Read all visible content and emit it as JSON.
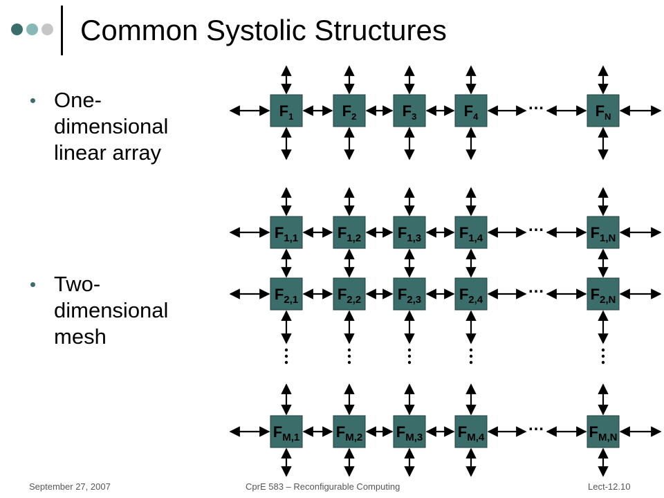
{
  "slide": {
    "title": "Common Systolic Structures",
    "bullets": [
      {
        "lines": [
          "One-",
          "dimensional",
          "linear array"
        ]
      },
      {
        "lines": [
          "Two-",
          "dimensional",
          "mesh"
        ]
      }
    ]
  },
  "diagram": {
    "linear_cells": [
      {
        "main": "F",
        "sub": "1"
      },
      {
        "main": "F",
        "sub": "2"
      },
      {
        "main": "F",
        "sub": "3"
      },
      {
        "main": "F",
        "sub": "4"
      },
      {
        "main": "F",
        "sub": "N"
      }
    ],
    "mesh_rows": [
      [
        {
          "main": "F",
          "sub": "1,1"
        },
        {
          "main": "F",
          "sub": "1,2"
        },
        {
          "main": "F",
          "sub": "1,3"
        },
        {
          "main": "F",
          "sub": "1,4"
        },
        {
          "main": "F",
          "sub": "1,N"
        }
      ],
      [
        {
          "main": "F",
          "sub": "2,1"
        },
        {
          "main": "F",
          "sub": "2,2"
        },
        {
          "main": "F",
          "sub": "2,3"
        },
        {
          "main": "F",
          "sub": "2,4"
        },
        {
          "main": "F",
          "sub": "2,N"
        }
      ],
      [
        {
          "main": "F",
          "sub": "M,1"
        },
        {
          "main": "F",
          "sub": "M,2"
        },
        {
          "main": "F",
          "sub": "M,3"
        },
        {
          "main": "F",
          "sub": "M,4"
        },
        {
          "main": "F",
          "sub": "M,N"
        }
      ]
    ],
    "ellipsis": "…",
    "colors": {
      "cell_fill": "#3b6e6b",
      "cell_stroke": "#1f3f3d",
      "arrow": "#000000"
    }
  },
  "footer": {
    "date": "September 27, 2007",
    "course": "CprE 583 – Reconfigurable Computing",
    "lecture": "Lect-12.10"
  },
  "decor": {
    "dot_colors": [
      "#3b6e6b",
      "#86b8b5",
      "#c6c6c6"
    ]
  }
}
